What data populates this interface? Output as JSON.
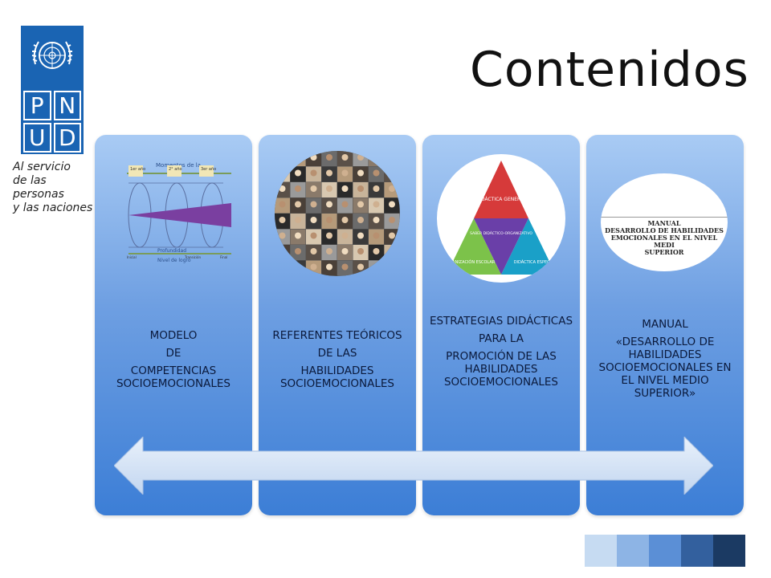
{
  "title": "Contenidos",
  "logo": {
    "letters": [
      "P",
      "N",
      "U",
      "D"
    ],
    "tagline": [
      "Al servicio",
      "de las personas",
      "y las naciones"
    ]
  },
  "cards": [
    {
      "lines": [
        "MODELO",
        "DE",
        "COMPETENCIAS SOCIOEMOCIONALES"
      ],
      "image": {
        "top_label": "Momentos de la",
        "labels": [
          "1er año",
          "2° año",
          "3er año"
        ],
        "bottom_labels": [
          "Profundidad",
          "Nivel de logro"
        ],
        "axis_labels": [
          "Inicial",
          "Transición",
          "Final"
        ]
      }
    },
    {
      "lines": [
        "REFERENTES TEÓRICOS",
        "DE LAS",
        "HABILIDADES SOCIOEMOCIONALES"
      ]
    },
    {
      "lines": [
        "ESTRATEGIAS DIDÁCTICAS",
        "PARA LA",
        "PROMOCIÓN DE LAS HABILIDADES SOCIOEMOCIONALES"
      ],
      "image": {
        "top": "DIDÁCTICA GENERAL",
        "center": "SABER DIDÁCTICO-ORGANIZATIVO",
        "left": "ORGANIZACIÓN ESCOLAR",
        "right": "DIDÁCTICA ESPECIAL"
      }
    },
    {
      "lines": [
        "MANUAL",
        "«DESARROLLO DE HABILIDADES SOCIOEMOCIONALES EN EL NIVEL MEDIO SUPERIOR»"
      ],
      "image": {
        "lines": [
          "MANUAL",
          "DESARROLLO DE HABILIDADES",
          "EMOCIONALES EN EL NIVEL MEDI",
          "SUPERIOR"
        ]
      }
    }
  ],
  "colors": {
    "brand": "#1a64b3",
    "swatches": [
      "#c6dbf2",
      "#8db4e5",
      "#5b8fd6",
      "#33609e",
      "#1b3a63"
    ]
  }
}
